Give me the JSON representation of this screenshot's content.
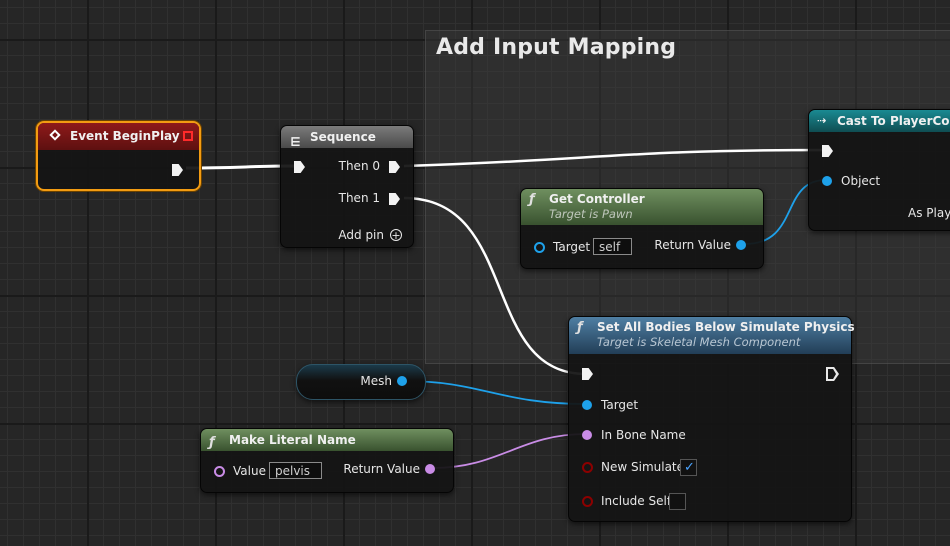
{
  "comment": {
    "title": "Add Input Mapping"
  },
  "nodes": {
    "event_beginplay": {
      "title": "Event BeginPlay"
    },
    "sequence": {
      "title": "Sequence",
      "then0": "Then 0",
      "then1": "Then 1",
      "add_pin": "Add pin"
    },
    "cast": {
      "title": "Cast To PlayerContr",
      "object": "Object",
      "as_player": "As Playe"
    },
    "get_controller": {
      "title": "Get Controller",
      "subtitle": "Target is Pawn",
      "target": "Target",
      "target_value": "self",
      "return_value": "Return Value"
    },
    "mesh": {
      "label": "Mesh"
    },
    "set_all_bodies": {
      "title": "Set All Bodies Below Simulate Physics",
      "subtitle": "Target is Skeletal Mesh Component",
      "target": "Target",
      "in_bone_name": "In Bone Name",
      "new_simulate": "New Simulate",
      "new_simulate_checked": true,
      "include_self": "Include Self",
      "include_self_checked": false
    },
    "make_literal_name": {
      "title": "Make Literal Name",
      "value_label": "Value",
      "value": "pelvis",
      "return_value": "Return Value"
    }
  },
  "icons": {
    "function": "ƒ",
    "event": "diamond-icon",
    "sequence": "sequence-icon",
    "cast": "cast-icon",
    "check": "✓",
    "plus": "+"
  },
  "colors": {
    "event_header": "#8b1f1f",
    "function_header": "#5a7a4e",
    "target_function_header": "#3d6b8e",
    "sequence_header": "#606060",
    "cast_header": "#1c6e73",
    "exec_wire": "#ffffff",
    "object_wire": "#1ea1ea",
    "name_wire": "#c98ce6",
    "selection": "#f39c12"
  }
}
